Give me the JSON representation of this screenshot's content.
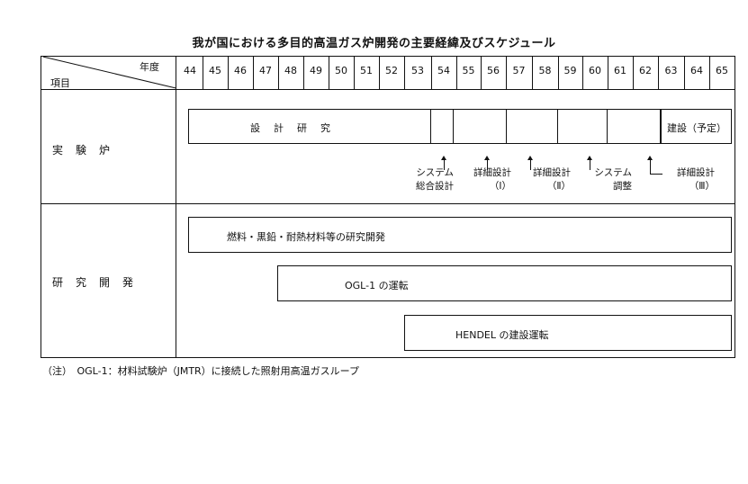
{
  "title": "我が国における多目的高温ガス炉開発の主要経緯及びスケジュール",
  "header": {
    "year_label": "年度",
    "item_label": "項目"
  },
  "years": [
    "44",
    "45",
    "46",
    "47",
    "48",
    "49",
    "50",
    "51",
    "52",
    "53",
    "54",
    "55",
    "56",
    "57",
    "58",
    "59",
    "60",
    "61",
    "62",
    "63",
    "64",
    "65"
  ],
  "sections": [
    {
      "label": "実験炉",
      "bars": [
        {
          "label": "設　計　研　究",
          "start_year": 44,
          "end_year": 62
        },
        {
          "label": "建設（予定）",
          "start_year": 63,
          "end_year": 65
        }
      ],
      "milestones": [
        {
          "lines": [
            "システム",
            "総合設計"
          ]
        },
        {
          "lines": [
            "詳細設計",
            "（Ⅰ）"
          ]
        },
        {
          "lines": [
            "詳細設計",
            "（Ⅱ）"
          ]
        },
        {
          "lines": [
            "システム",
            "調整"
          ]
        },
        {
          "lines": [
            "詳細設計",
            "（Ⅲ）"
          ]
        }
      ]
    },
    {
      "label": "研究開発",
      "bars": [
        {
          "label": "燃料・黒鉛・耐熱材料等の研究開発",
          "start_year": 44,
          "end_year": 65
        },
        {
          "label": "OGL-1 の運転",
          "start_year": 48,
          "end_year": 65
        },
        {
          "label": "HENDEL の建設運転",
          "start_year": 53,
          "end_year": 65
        }
      ]
    }
  ],
  "note": "（注）　OGL-1：材料試験炉（JMTR）に接続した照射用高温ガスループ"
}
